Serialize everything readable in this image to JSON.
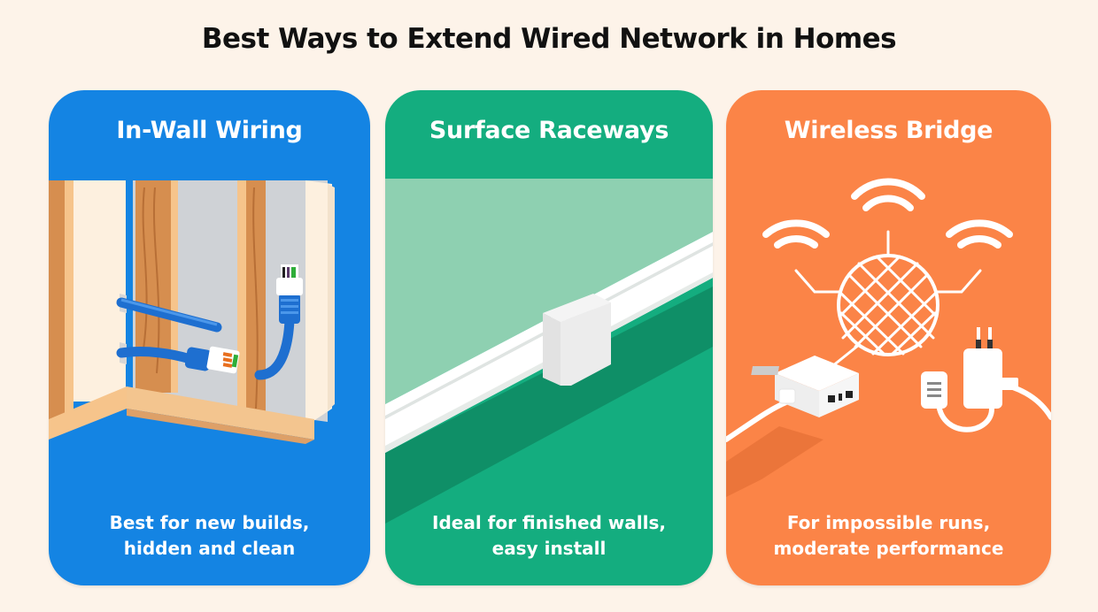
{
  "page": {
    "title": "Best Ways to Extend Wired Network in Homes",
    "background_color": "#fdf3e9"
  },
  "cards": [
    {
      "id": "in-wall-wiring",
      "title": "In-Wall Wiring",
      "description_lines": [
        "Best for new builds,",
        "hidden and clean"
      ],
      "color": "#1484e3",
      "illustration": "wall-studs-with-ethernet-cables-icon"
    },
    {
      "id": "surface-raceways",
      "title": "Surface Raceways",
      "description_lines": [
        "Ideal for finished walls,",
        "easy install"
      ],
      "color": "#14ad7f",
      "illustration": "raceway-channel-on-wall-icon"
    },
    {
      "id": "wireless-bridge",
      "title": "Wireless Bridge",
      "description_lines": [
        "For impossible runs,",
        "moderate performance"
      ],
      "color": "#fb8447",
      "illustration": "wifi-globe-and-bridge-devices-icon"
    }
  ]
}
